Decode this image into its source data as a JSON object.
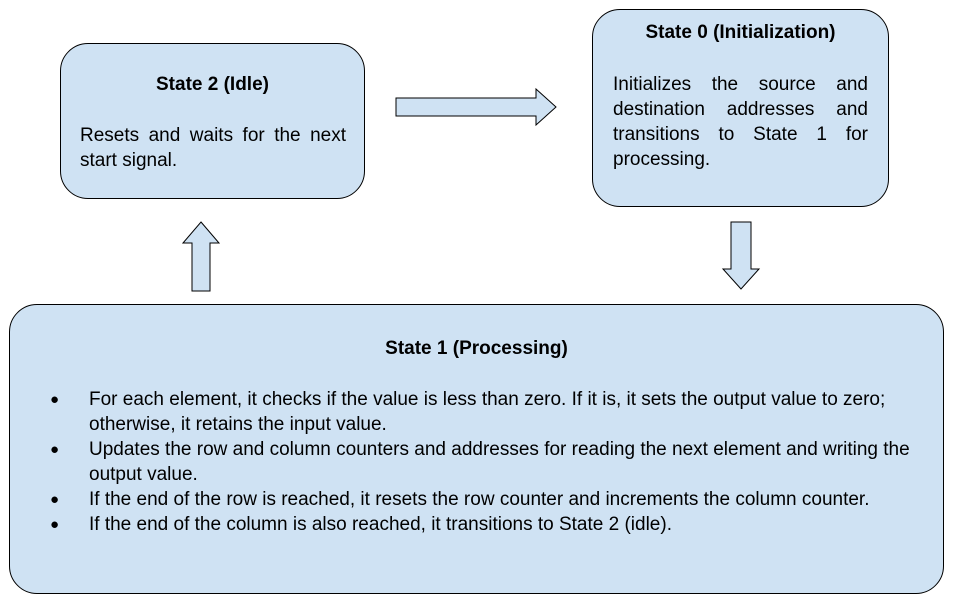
{
  "states": {
    "idle": {
      "title": "State 2 (Idle)",
      "body": "Resets and waits for the next start signal."
    },
    "init": {
      "title": "State 0 (Initialization)",
      "body": "Initializes the source and destination addresses and transitions to State 1 for processing."
    },
    "processing": {
      "title": "State 1 (Processing)",
      "bullet": "●",
      "items": [
        "For each element, it checks if the value is less than zero. If it is, it sets the output value to zero; otherwise, it retains the input value.",
        "Updates the row and column counters and addresses for reading the next element and writing the output value.",
        "If the end of the row is reached, it resets the row counter and increments the column counter.",
        "If the end of the column is also reached, it transitions to State 2 (idle)."
      ]
    }
  },
  "colors": {
    "box_fill": "#cfe2f3",
    "stroke": "#000000"
  }
}
